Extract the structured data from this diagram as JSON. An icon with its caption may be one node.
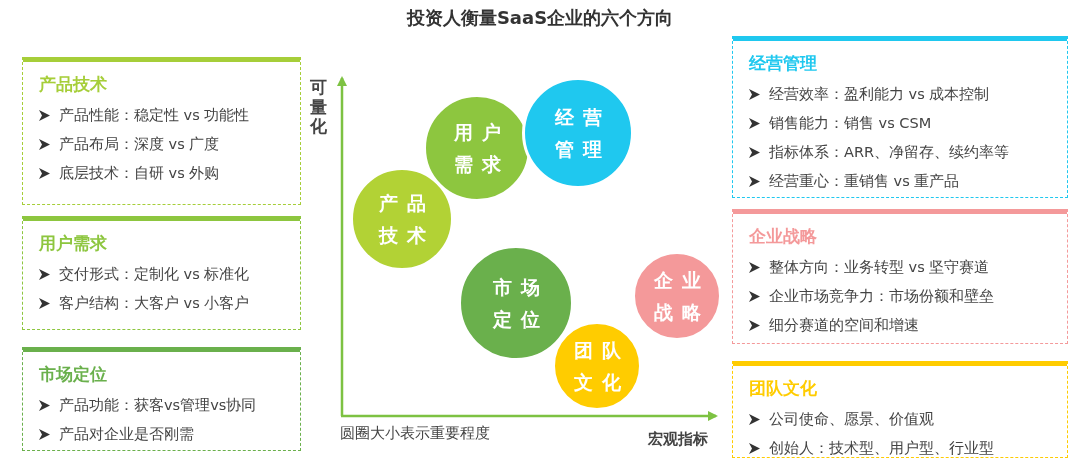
{
  "diagram": {
    "title": "投资人衡量SaaS企业的六个方向",
    "nodes": [
      {
        "text": [
          "产品技术",
          "产品性能：稳定性 vs 功能性",
          "产品布局：深度 vs 广度",
          "底层技术：自研 vs 外购"
        ]
      },
      {
        "text": [
          "用户需求",
          "交付形式：定制化 vs 标准化",
          "客户结构：大客户 vs 小客户"
        ]
      },
      {
        "text": [
          "市场定位",
          "产品功能：获客vs管理vs协同",
          "产品对企业是否刚需"
        ]
      },
      {
        "text": [
          "经营管理",
          "经营效率：盈利能力 vs 成本控制",
          "销售能力：销售 vs CSM",
          "指标体系：ARR、净留存、续约率等",
          "经营重心：重销售 vs 重产品"
        ]
      },
      {
        "text": [
          "企业战略",
          "整体方向：业务转型 vs 坚守赛道",
          "企业市场竞争力：市场份额和壁垒",
          "细分赛道的空间和增速"
        ]
      },
      {
        "text": [
          "团队文化",
          "公司使命、愿景、价值观",
          "创始人：技术型、用户型、行业型"
        ]
      },
      {
        "text": [
          "产品技术"
        ]
      },
      {
        "text": [
          "用户需求"
        ]
      },
      {
        "text": [
          "经营管理"
        ]
      },
      {
        "text": [
          "市场定位"
        ]
      },
      {
        "text": [
          "团队文化"
        ]
      },
      {
        "text": [
          "企业战略"
        ]
      }
    ],
    "labels": [
      "可量化",
      "圆圈大小表示重要程度",
      "宏观指标"
    ]
  }
}
